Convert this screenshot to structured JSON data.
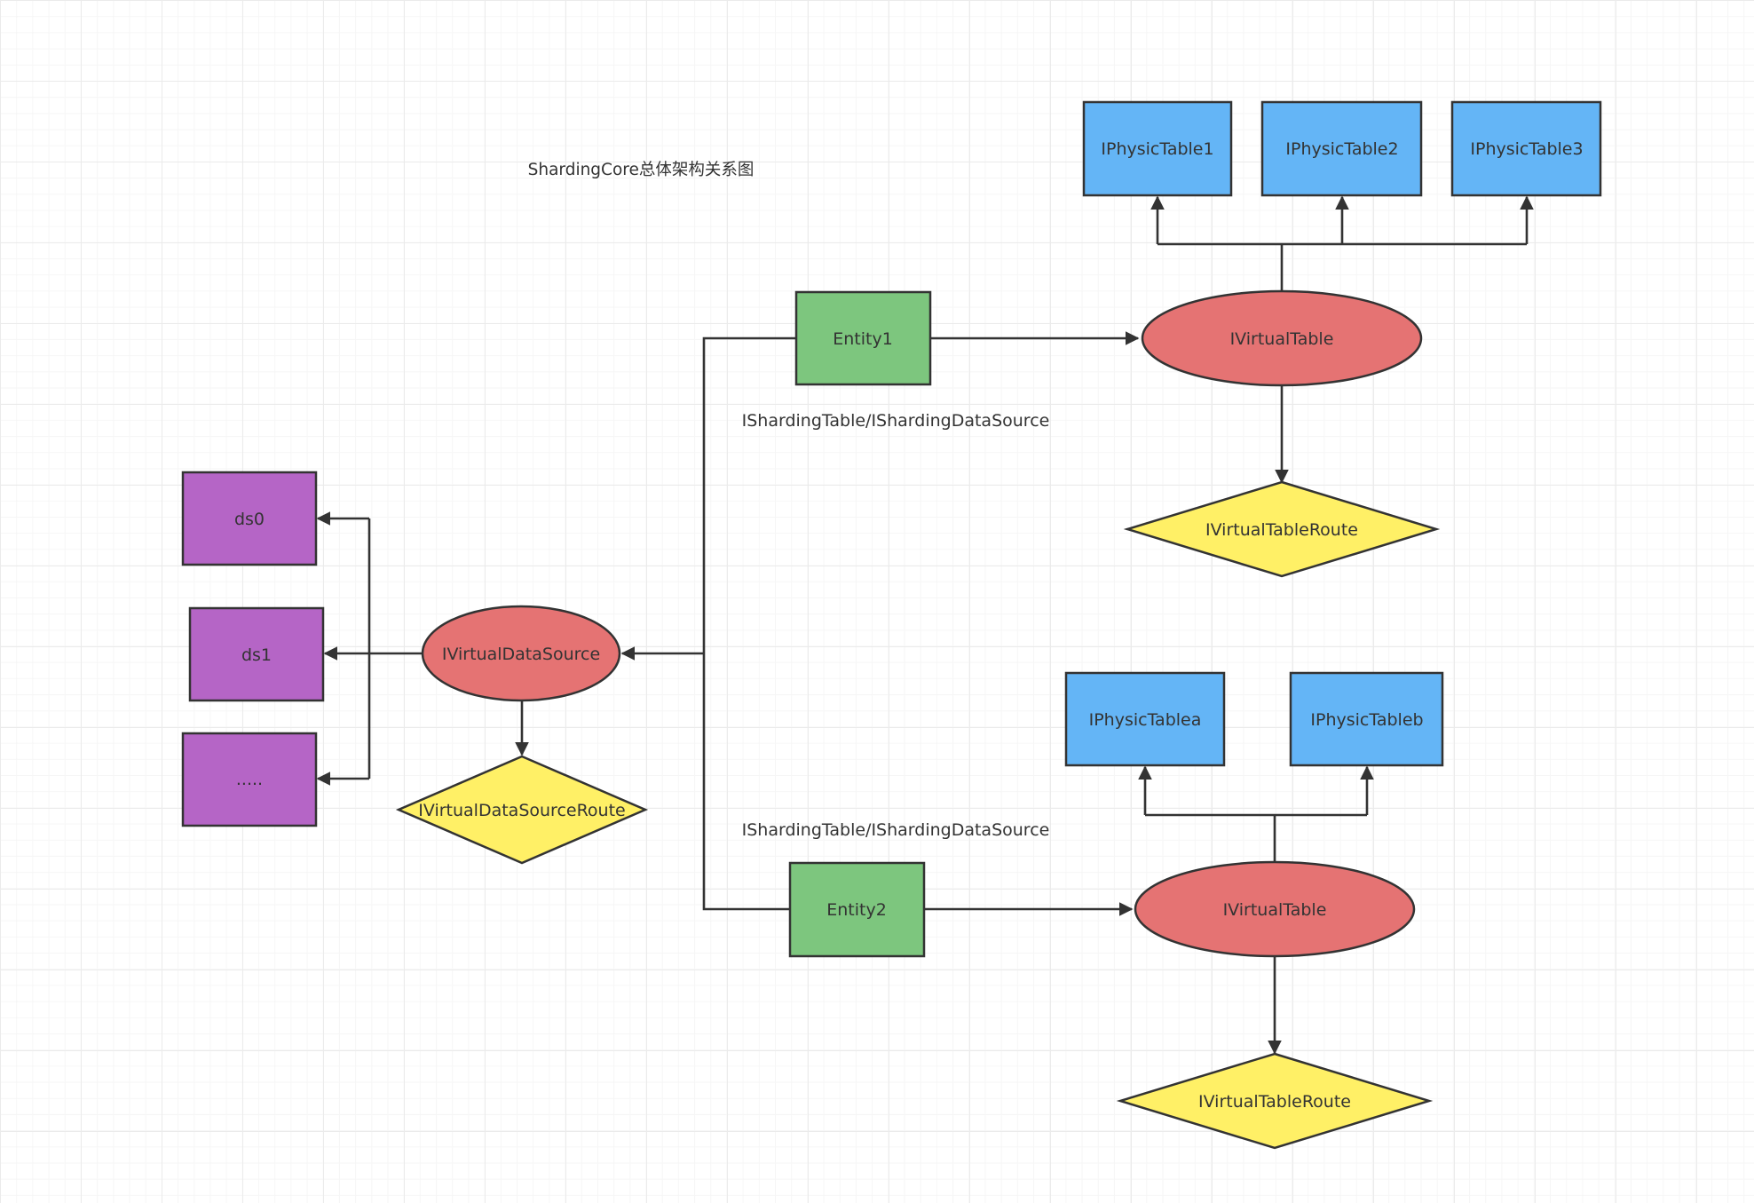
{
  "title": "ShardingCore总体架构关系图",
  "colors": {
    "entity": "#7dc67e",
    "virtual_table": "#e57373",
    "physic_table": "#64b5f6",
    "route": "#fff066",
    "data_source": "#b565c6",
    "line": "#333333"
  },
  "nodes": {
    "entity1": "Entity1",
    "entity2": "Entity2",
    "vt1": "IVirtualTable",
    "vt2": "IVirtualTable",
    "pt1": "IPhysicTable1",
    "pt2": "IPhysicTable2",
    "pt3": "IPhysicTable3",
    "pta": "IPhysicTablea",
    "ptb": "IPhysicTableb",
    "vtr1": "IVirtualTableRoute",
    "vtr2": "IVirtualTableRoute",
    "vds": "IVirtualDataSource",
    "vdsr": "IVirtualDataSourceRoute",
    "ds0": "ds0",
    "ds1": "ds1",
    "ds_more": "....."
  },
  "edge_labels": {
    "entity1_interfaces": "IShardingTable/IShardingDataSource",
    "entity2_interfaces": "IShardingTable/IShardingDataSource"
  }
}
